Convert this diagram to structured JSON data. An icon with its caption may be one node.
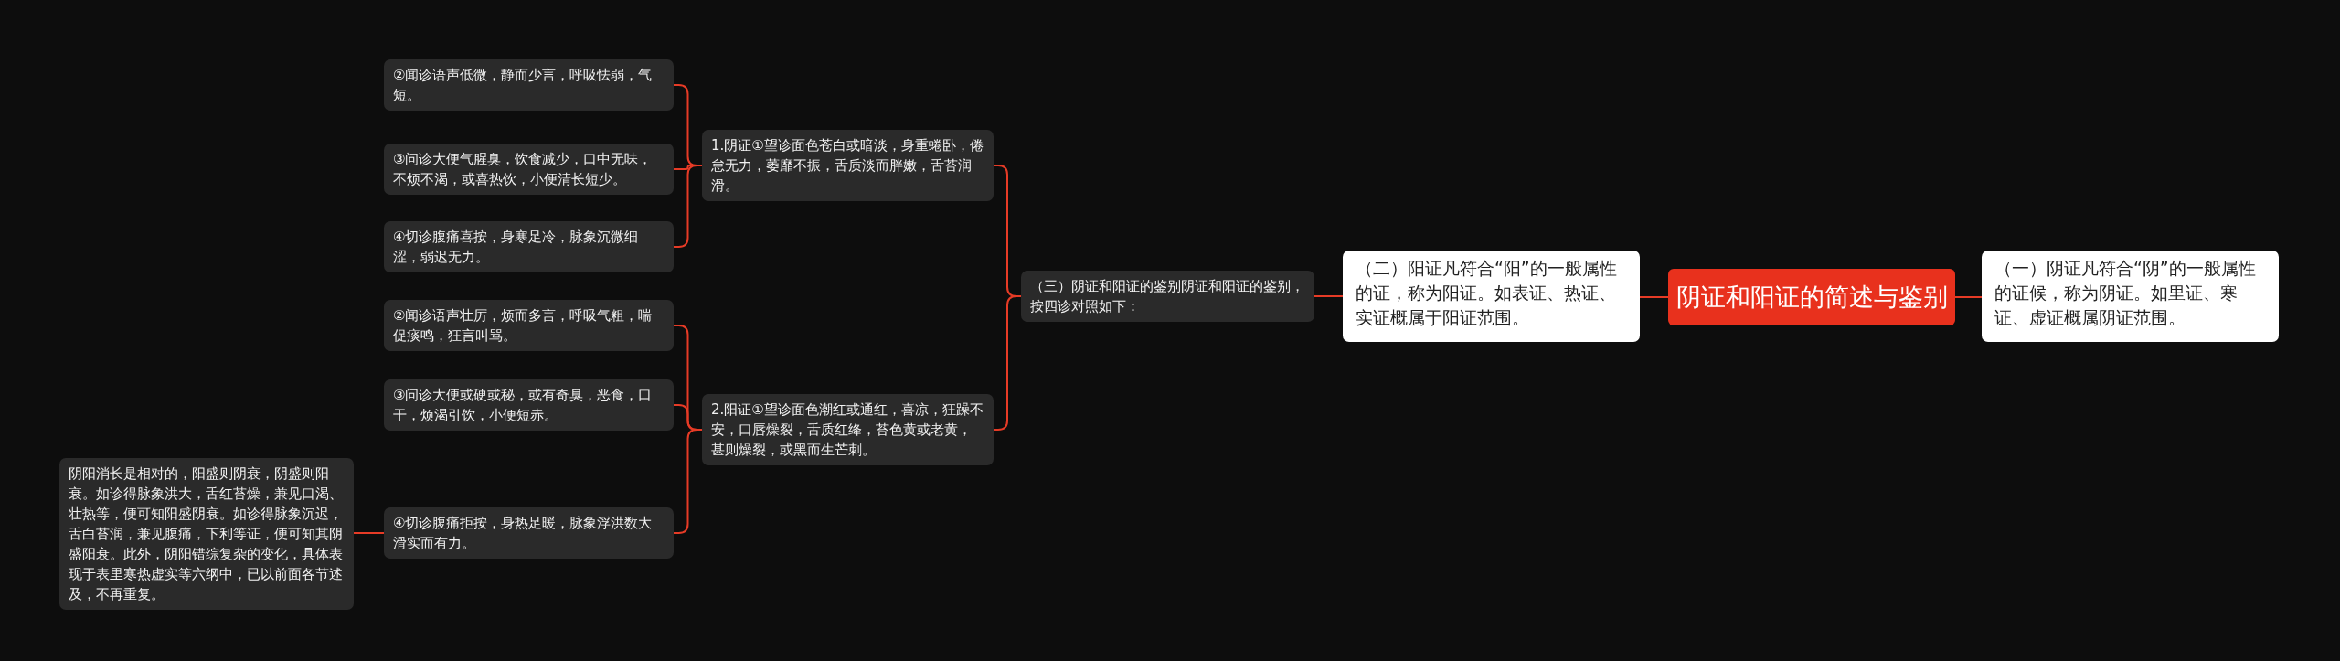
{
  "diagram": {
    "nodes": [
      {
        "text": [
          "阴证和阳证的简述与鉴别"
        ]
      },
      {
        "text": [
          "（一）阴证凡符合“阴”的一般属性的证候，称为阴证。如里证、寒证、虚证概属阴证范围。"
        ]
      },
      {
        "text": [
          "（二）阳证凡符合“阳”的一般属性的证，称为阳证。如表证、热证、实证概属于阳证范围。"
        ]
      },
      {
        "text": [
          "（三）阴证和阳证的鉴别阴证和阳证的鉴别，按四诊对照如下："
        ]
      },
      {
        "text": [
          "1.阴证①望诊面色苍白或暗淡，身重蜷卧，倦怠无力，萎靡不振，舌质淡而胖嫩，舌苔润滑。"
        ]
      },
      {
        "text": [
          "②闻诊语声低微，静而少言，呼吸怯弱，气短。"
        ]
      },
      {
        "text": [
          "③问诊大便气腥臭，饮食减少，口中无味，不烦不渴，或喜热饮，小便清长短少。"
        ]
      },
      {
        "text": [
          "④切诊腹痛喜按，身寒足冷，脉象沉微细涩，弱迟无力。"
        ]
      },
      {
        "text": [
          "2.阳证①望诊面色潮红或通红，喜凉，狂躁不安，口唇燥裂，舌质红绛，苔色黄或老黄，甚则燥裂，或黑而生芒刺。"
        ]
      },
      {
        "text": [
          "②闻诊语声壮厉，烦而多言，呼吸气粗，喘促痰鸣，狂言叫骂。"
        ]
      },
      {
        "text": [
          "③问诊大便或硬或秘，或有奇臭，恶食，口干，烦渴引饮，小便短赤。"
        ]
      },
      {
        "text": [
          "④切诊腹痛拒按，身热足暖，脉象浮洪数大滑实而有力。"
        ]
      },
      {
        "text": [
          "阴阳消长是相对的，阳盛则阴衰，阴盛则阳衰。如诊得脉象洪大，舌红苔燥，兼见口渴、壮热等，便可知阳盛阴衰。如诊得脉象沉迟，舌白苔润，兼见腹痛，下利等证，便可知其阴盛阳衰。此外，阴阳错综复杂的变化，具体表现于表里寒热虚实等六纲中，已以前面各节述及，不再重复。"
        ]
      }
    ],
    "edges": [
      {
        "from": 0,
        "to": 1,
        "arrow": "none"
      },
      {
        "from": 0,
        "to": 2,
        "arrow": "none"
      },
      {
        "from": 2,
        "to": 3,
        "arrow": "none"
      },
      {
        "from": 3,
        "to": 4,
        "arrow": "none"
      },
      {
        "from": 3,
        "to": 8,
        "arrow": "none"
      },
      {
        "from": 4,
        "to": 5,
        "arrow": "none"
      },
      {
        "from": 4,
        "to": 6,
        "arrow": "none"
      },
      {
        "from": 4,
        "to": 7,
        "arrow": "none"
      },
      {
        "from": 8,
        "to": 9,
        "arrow": "none"
      },
      {
        "from": 8,
        "to": 10,
        "arrow": "none"
      },
      {
        "from": 8,
        "to": 11,
        "arrow": "none"
      },
      {
        "from": 11,
        "to": 12,
        "arrow": "none"
      }
    ]
  }
}
